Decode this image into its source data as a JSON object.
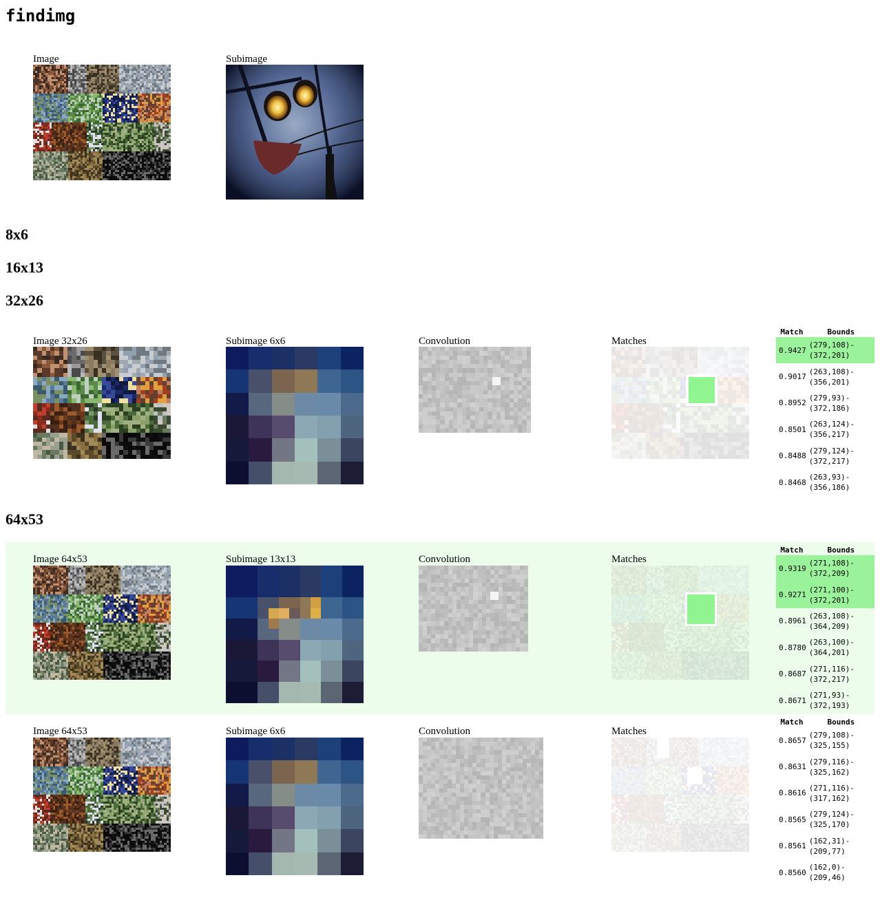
{
  "title": "findimg",
  "top": {
    "image_caption": "Image",
    "subimage_caption": "Subimage"
  },
  "headings": [
    "8x6",
    "16x13",
    "32x26",
    "64x53"
  ],
  "panels": [
    {
      "image_caption": "Image 32x26",
      "subimage_caption": "Subimage 6x6",
      "convolution_caption": "Convolution",
      "matches_caption": "Matches",
      "table_headers": [
        "Match",
        "Bounds"
      ],
      "rows": [
        {
          "score": "0.9427",
          "b1": "(279,108)-",
          "b2": "(372,201)",
          "hl": true
        },
        {
          "score": "0.9017",
          "b1": "(263,108)-",
          "b2": "(356,201)",
          "hl": false
        },
        {
          "score": "0.8952",
          "b1": "(279,93)-",
          "b2": "(372,186)",
          "hl": false
        },
        {
          "score": "0.8501",
          "b1": "(263,124)-",
          "b2": "(356,217)",
          "hl": false
        },
        {
          "score": "0.8488",
          "b1": "(279,124)-",
          "b2": "(372,217)",
          "hl": false
        },
        {
          "score": "0.8468",
          "b1": "(263,93)-",
          "b2": "(356,186)",
          "hl": false
        }
      ]
    },
    {
      "image_caption": "Image 64x53",
      "subimage_caption": "Subimage 13x13",
      "convolution_caption": "Convolution",
      "matches_caption": "Matches",
      "table_headers": [
        "Match",
        "Bounds"
      ],
      "rows": [
        {
          "score": "0.9319",
          "b1": "(271,108)-",
          "b2": "(372,209)",
          "hl": true
        },
        {
          "score": "0.9271",
          "b1": "(271,100)-",
          "b2": "(372,201)",
          "hl": true
        },
        {
          "score": "0.8961",
          "b1": "(263,108)-",
          "b2": "(364,209)",
          "hl": false
        },
        {
          "score": "0.8780",
          "b1": "(263,100)-",
          "b2": "(364,201)",
          "hl": false
        },
        {
          "score": "0.8687",
          "b1": "(271,116)-",
          "b2": "(372,217)",
          "hl": false
        },
        {
          "score": "0.8671",
          "b1": "(271,93)-",
          "b2": "(372,193)",
          "hl": false
        }
      ]
    },
    {
      "image_caption": "Image 64x53",
      "subimage_caption": "Subimage 6x6",
      "convolution_caption": "Convolution",
      "matches_caption": "Matches",
      "table_headers": [
        "Match",
        "Bounds"
      ],
      "rows": [
        {
          "score": "0.8657",
          "b1": "(279,108)-",
          "b2": "(325,155)",
          "hl": false
        },
        {
          "score": "0.8631",
          "b1": "(279,116)-",
          "b2": "(325,162)",
          "hl": false
        },
        {
          "score": "0.8616",
          "b1": "(271,116)-",
          "b2": "(317,162)",
          "hl": false
        },
        {
          "score": "0.8565",
          "b1": "(279,124)-",
          "b2": "(325,170)",
          "hl": false
        },
        {
          "score": "0.8561",
          "b1": "(162,31)-",
          "b2": "(209,77)",
          "hl": false
        },
        {
          "score": "0.8560",
          "b1": "(162,0)-",
          "b2": "(209,46)",
          "hl": false
        }
      ]
    }
  ],
  "colors": {
    "highlight": "#9af29a",
    "panel_bg": "#ecfdec",
    "match_box": "#90f590"
  },
  "subimage_6x6_colors": [
    "#0e1b5e",
    "#182d6b",
    "#1d3066",
    "#2a3a62",
    "#1e407a",
    "#0c2362",
    "#163574",
    "#48506a",
    "#7b654f",
    "#8f7855",
    "#3e6690",
    "#2c5485",
    "#121a48",
    "#56677e",
    "#848d87",
    "#6c8aa6",
    "#6a8aaa",
    "#4c6a8c",
    "#1b1837",
    "#3e3458",
    "#574c6e",
    "#8ba8b4",
    "#82a0ae",
    "#4e6580",
    "#161a3a",
    "#2a1a3e",
    "#737684",
    "#a4c0bc",
    "#7a8f98",
    "#3c4560",
    "#0c0f30",
    "#464f6a",
    "#a4b8b0",
    "#a6bab2",
    "#5c6574",
    "#1c1d34"
  ]
}
